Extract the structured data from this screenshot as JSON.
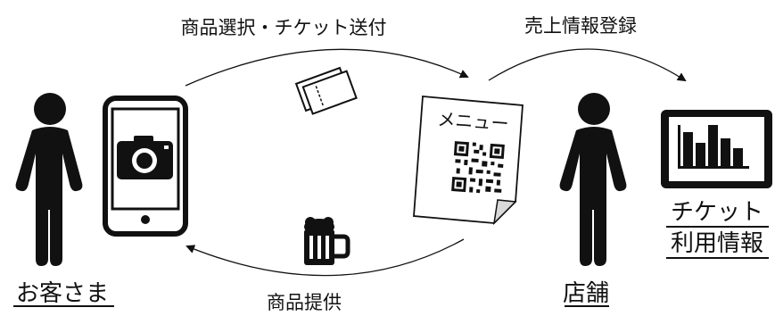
{
  "flow": {
    "top_left_label": "商品選択・チケット送付",
    "top_right_label": "売上情報登録",
    "bottom_label": "商品提供"
  },
  "actors": {
    "customer": "お客さま",
    "store": "店舗"
  },
  "menu_card": {
    "title": "メニュー"
  },
  "tablet": {
    "caption_line1": "チケット",
    "caption_line2": "利用情報"
  },
  "colors": {
    "ink": "#111111",
    "outline": "#000000",
    "page_fold": "#d9d9d9"
  },
  "icons": [
    "person-icon",
    "smartphone-icon",
    "camera-icon",
    "ticket-icon",
    "beer-mug-icon",
    "menu-sheet-icon",
    "qr-code-icon",
    "tablet-chart-icon"
  ]
}
